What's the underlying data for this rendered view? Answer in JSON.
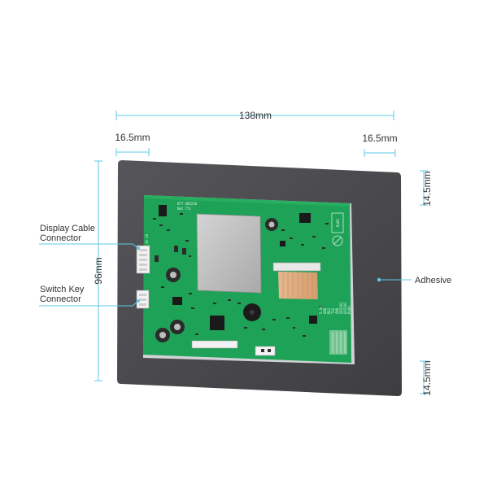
{
  "dimensions": {
    "width": "138mm",
    "left_margin": "16.5mm",
    "right_margin": "16.5mm",
    "top_margin": "14.5mm",
    "bottom_margin": "14.5mm",
    "height": "96mm"
  },
  "callouts": {
    "display_cable": [
      "Display Cable",
      "Connector"
    ],
    "switch_key": [
      "Switch Key",
      "Connector"
    ],
    "adhesive": "Adhesive"
  },
  "board": {
    "part_number": "DTT-40521D",
    "part_sub": "Dmt TTL",
    "rohs": "RoHS",
    "side_text": [
      "5.0V",
      "GND",
      "RX2",
      "TX2",
      "GND",
      "GPIO01",
      "GPIO02",
      "PG80"
    ],
    "left_side_label": "J6 1A"
  },
  "colors": {
    "pcb": "#1ea257",
    "frame": "#4a4a4c",
    "dimension_line": "#5ec8e8"
  }
}
